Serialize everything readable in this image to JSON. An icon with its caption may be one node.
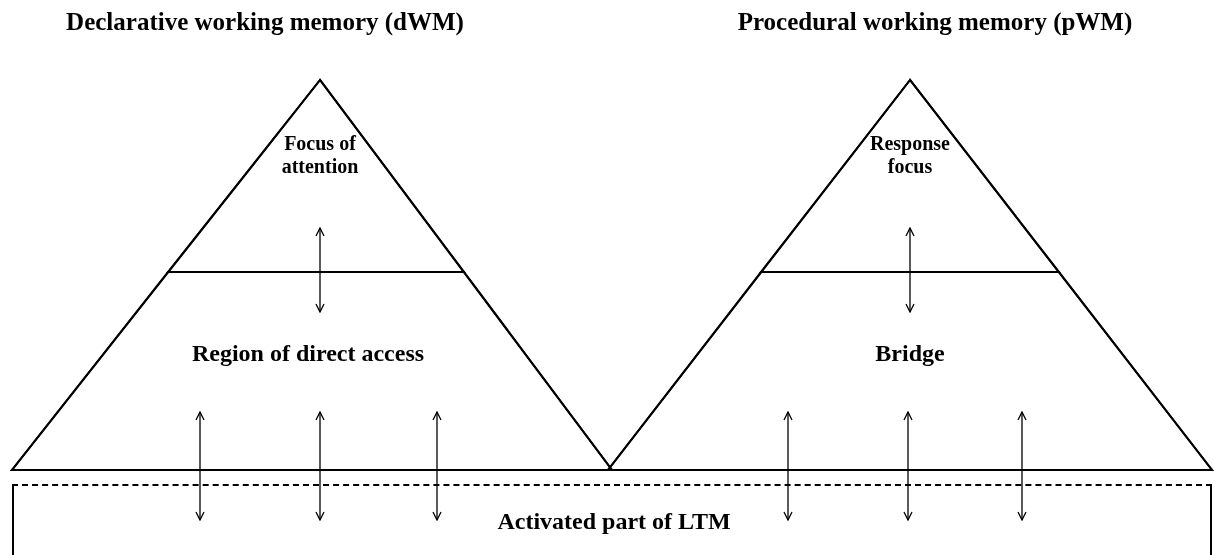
{
  "diagram": {
    "nodes": [
      {
        "text": [
          "Declarative working memory (dWM)"
        ]
      },
      {
        "text": [
          "Focus of attention"
        ],
        "in": 0
      },
      {
        "text": [
          "Region of direct access"
        ],
        "in": 0
      },
      {
        "text": [
          "Procedural working memory (pWM)"
        ]
      },
      {
        "text": [
          "Response focus"
        ],
        "in": 3
      },
      {
        "text": [
          "Bridge"
        ],
        "in": 3
      },
      {
        "text": [
          "Activated part of LTM"
        ]
      }
    ],
    "edges": [
      {
        "from": 1,
        "to": 2,
        "arrow": "both"
      },
      {
        "from": 2,
        "to": 6,
        "arrow": "both"
      },
      {
        "from": 2,
        "to": 6,
        "arrow": "both"
      },
      {
        "from": 2,
        "to": 6,
        "arrow": "both"
      },
      {
        "from": 4,
        "to": 5,
        "arrow": "both"
      },
      {
        "from": 5,
        "to": 6,
        "arrow": "both"
      },
      {
        "from": 5,
        "to": 6,
        "arrow": "both"
      },
      {
        "from": 5,
        "to": 6,
        "arrow": "both"
      }
    ]
  }
}
